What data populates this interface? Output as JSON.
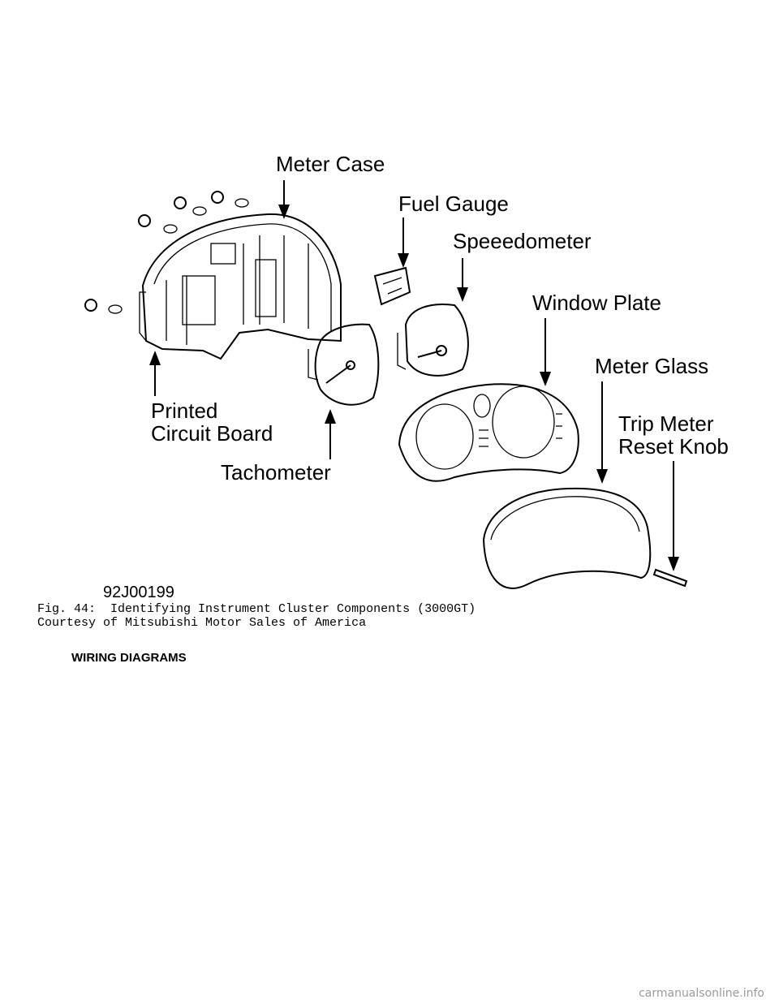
{
  "figure": {
    "labels": {
      "meter_case": "Meter Case",
      "fuel_gauge": "Fuel Gauge",
      "speedometer": "Speeedometer",
      "window_plate": "Window Plate",
      "meter_glass": "Meter Glass",
      "trip_meter_line1": "Trip Meter",
      "trip_meter_line2": "Reset Knob",
      "pcb_line1": "Printed",
      "pcb_line2": "Circuit Board",
      "tachometer": "Tachometer",
      "figure_code": "92J00199"
    }
  },
  "caption": {
    "line1": "Fig. 44:  Identifying Instrument Cluster Components (3000GT)",
    "line2": "Courtesy of Mitsubishi Motor Sales of America"
  },
  "section_heading": "WIRING DIAGRAMS",
  "watermark": "carmanualsonline.info"
}
